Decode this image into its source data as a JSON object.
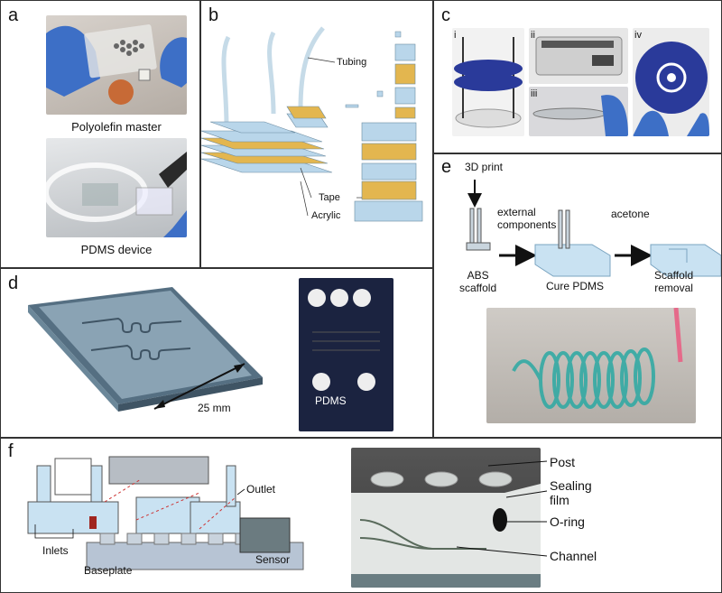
{
  "panels": {
    "a": {
      "label": "a",
      "top_caption": "Polyolefin master",
      "bottom_caption": "PDMS device"
    },
    "b": {
      "label": "b",
      "labels": {
        "tubing": "Tubing",
        "tape": "Tape",
        "acrylic": "Acrylic"
      }
    },
    "c": {
      "label": "c",
      "sub_labels": {
        "i": "i",
        "ii": "ii",
        "iii": "iii",
        "iv": "iv"
      }
    },
    "d": {
      "label": "d",
      "scale": "25 mm",
      "material": "PDMS"
    },
    "e": {
      "label": "e",
      "steps": {
        "print": "3D print",
        "external": "external\ncomponents",
        "acetone": "acetone"
      },
      "stages": {
        "abs": "ABS\nscaffold",
        "cure": "Cure PDMS",
        "removal": "Scaffold\nremoval"
      }
    },
    "f": {
      "label": "f",
      "left": {
        "inlets": "Inlets",
        "outlet": "Outlet",
        "sensor": "Sensor",
        "baseplate": "Baseplate"
      },
      "right": {
        "post": "Post",
        "sealing_film": "Sealing\nfilm",
        "oring": "O-ring",
        "channel": "Channel"
      }
    }
  },
  "colors": {
    "acrylic": "#b9d6ea",
    "tape": "#e3b64f",
    "pdms_block": "#c9e2f2",
    "glove": "#3d6fc6",
    "dark_device": "#1b2340",
    "lego_grey": "#b7bdc4",
    "teal": "#2ba9a3"
  }
}
